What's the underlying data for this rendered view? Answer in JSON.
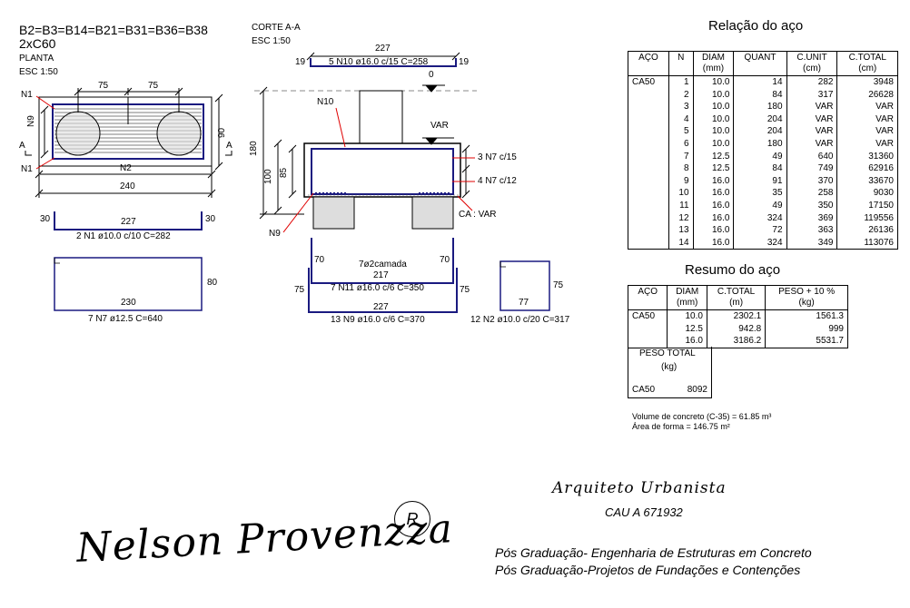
{
  "drawing": {
    "title": "B2=B3=B14=B21=B31=B36=B38",
    "subtitle": "2xC60",
    "plan_label": "PLANTA",
    "plan_scale": "ESC 1:50",
    "section_label": "CORTE A-A",
    "section_scale": "ESC 1:50",
    "plan": {
      "n1_top": "N1",
      "n1_bot": "N1",
      "n2": "N2",
      "n9": "N9",
      "dim_75a": "75",
      "dim_75b": "75",
      "dim_90": "90",
      "dim_240": "240",
      "section_a_left": "A",
      "section_a_right": "A"
    },
    "section": {
      "dim_227_top": "227",
      "dim_19_left": "19",
      "dim_19_right": "19",
      "bar_n10": "5 N10 ø16.0 c/15  C=258",
      "level_0": "0",
      "level_var": "VAR",
      "n10": "N10",
      "dim_180": "180",
      "dim_100": "100",
      "dim_85": "85",
      "n7_a": "3 N7 c/15",
      "n7_b": "4 N7 c/12",
      "ca_var": "CA : VAR",
      "n9": "N9"
    },
    "bars": {
      "n1_dims": {
        "left": "30",
        "mid": "227",
        "right": "30"
      },
      "n1_label": "2 N1 ø10.0 c/10  C=282",
      "n7_dims": {
        "width": "230",
        "height": "80"
      },
      "n7_label": "7 N7 ø12.5  C=640",
      "n11_dims": {
        "left": "70",
        "right": "70",
        "mid": "217",
        "note": "7ø2camada"
      },
      "n11_label": "7 N11 ø16.0 c/6  C=350",
      "n9_dims": {
        "left": "75",
        "right": "75",
        "mid": "227"
      },
      "n9_label": "13 N9 ø16.0 c/6  C=370",
      "n2_dims": {
        "width": "77",
        "height": "75"
      },
      "n2_label": "12 N2 ø10.0 c/20  C=317"
    }
  },
  "relacao": {
    "title": "Relação do aço",
    "headers": [
      [
        "AÇO"
      ],
      [
        "N"
      ],
      [
        "DIAM",
        "(mm)"
      ],
      [
        "QUANT"
      ],
      [
        "C.UNIT",
        "(cm)"
      ],
      [
        "C.TOTAL",
        "(cm)"
      ]
    ],
    "steel": "CA50",
    "rows": [
      [
        "1",
        "10.0",
        "14",
        "282",
        "3948"
      ],
      [
        "2",
        "10.0",
        "84",
        "317",
        "26628"
      ],
      [
        "3",
        "10.0",
        "180",
        "VAR",
        "VAR"
      ],
      [
        "4",
        "10.0",
        "204",
        "VAR",
        "VAR"
      ],
      [
        "5",
        "10.0",
        "204",
        "VAR",
        "VAR"
      ],
      [
        "6",
        "10.0",
        "180",
        "VAR",
        "VAR"
      ],
      [
        "7",
        "12.5",
        "49",
        "640",
        "31360"
      ],
      [
        "8",
        "12.5",
        "84",
        "749",
        "62916"
      ],
      [
        "9",
        "16.0",
        "91",
        "370",
        "33670"
      ],
      [
        "10",
        "16.0",
        "35",
        "258",
        "9030"
      ],
      [
        "11",
        "16.0",
        "49",
        "350",
        "17150"
      ],
      [
        "12",
        "16.0",
        "324",
        "369",
        "119556"
      ],
      [
        "13",
        "16.0",
        "72",
        "363",
        "26136"
      ],
      [
        "14",
        "16.0",
        "324",
        "349",
        "113076"
      ]
    ]
  },
  "resumo": {
    "title": "Resumo do aço",
    "headers": [
      [
        "AÇO"
      ],
      [
        "DIAM",
        "(mm)"
      ],
      [
        "C.TOTAL",
        "(m)"
      ],
      [
        "PESO + 10 %",
        "(kg)"
      ]
    ],
    "steel": "CA50",
    "rows": [
      [
        "10.0",
        "2302.1",
        "1561.3"
      ],
      [
        "12.5",
        "942.8",
        "999"
      ],
      [
        "16.0",
        "3186.2",
        "5531.7"
      ]
    ],
    "peso_total_label": "PESO TOTAL",
    "peso_total_unit": "(kg)",
    "peso_steel": "CA50",
    "peso_value": "8092",
    "volume": "Volume de concreto (C-35) = 61.85 m³",
    "forma": "Área de forma = 146.75 m²"
  },
  "credits": {
    "signature": "Nelson Provenzza",
    "registered_mark": "R",
    "role": "Arquiteto Urbanista",
    "cau": "CAU A 671932",
    "pos1": "Pós Graduação- Engenharia de Estruturas em Concreto",
    "pos2": "Pós Graduação-Projetos de Fundações e Contenções"
  },
  "colors": {
    "ink": "#000000",
    "rebar": "#1a1a80",
    "leader": "#e00000",
    "pile": "#dcdcdc"
  }
}
